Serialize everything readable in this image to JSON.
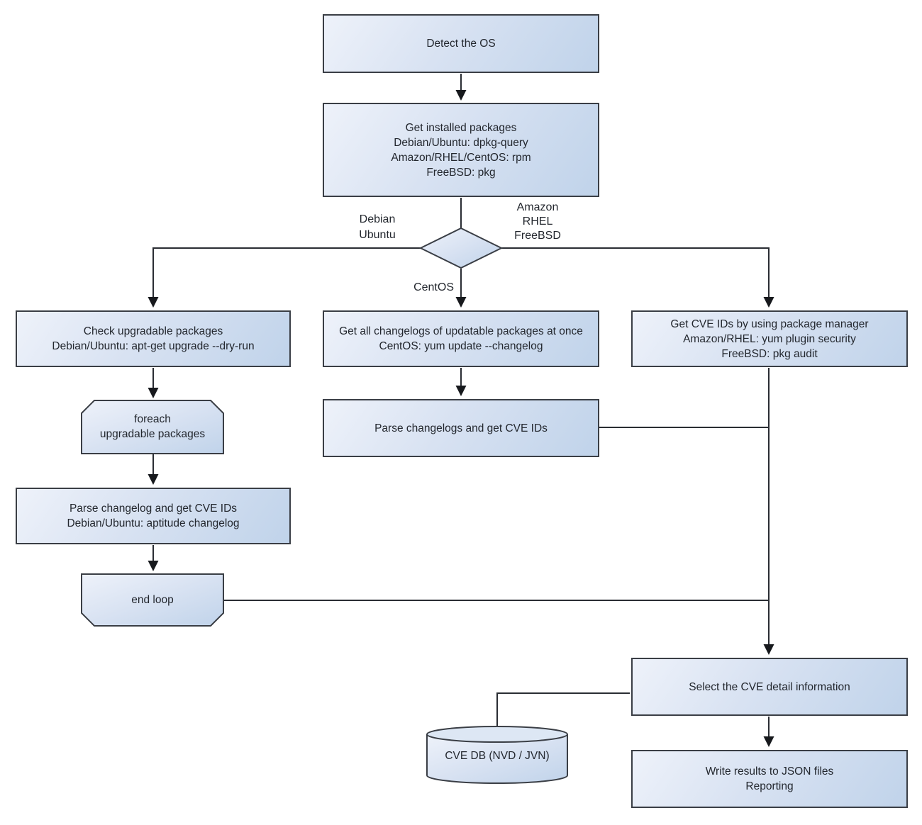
{
  "colors": {
    "node_fill_light": "#eef2fa",
    "node_fill_dark": "#c0d3ea",
    "node_border": "#3a3e45",
    "connector": "#2a2d33",
    "text": "#23272e"
  },
  "nodes": {
    "detect_os": {
      "lines": [
        "Detect the OS"
      ]
    },
    "get_installed_packages": {
      "lines": [
        "Get installed packages",
        "Debian/Ubuntu: dpkg-query",
        "Amazon/RHEL/CentOS: rpm",
        "FreeBSD: pkg"
      ]
    },
    "check_upgradable_packages": {
      "lines": [
        "Check upgradable packages",
        "Debian/Ubuntu: apt-get upgrade --dry-run"
      ]
    },
    "get_all_changelogs": {
      "lines": [
        "Get all changelogs of updatable packages at once",
        "CentOS: yum update --changelog"
      ]
    },
    "get_cve_ids_package_manager": {
      "lines": [
        "Get CVE IDs by using package manager",
        "Amazon/RHEL: yum plugin security",
        "FreeBSD: pkg audit"
      ]
    },
    "foreach_upgradable": {
      "lines": [
        "foreach",
        "upgradable packages"
      ]
    },
    "parse_changelog_left": {
      "lines": [
        "Parse changelog and get CVE IDs",
        "Debian/Ubuntu: aptitude changelog"
      ]
    },
    "end_loop": {
      "lines": [
        "end loop"
      ]
    },
    "parse_changelogs_mid": {
      "lines": [
        "Parse changelogs and get CVE IDs"
      ]
    },
    "select_cve_detail": {
      "lines": [
        "Select the CVE detail information"
      ]
    },
    "cve_db": {
      "lines": [
        "CVE DB (NVD / JVN)"
      ]
    },
    "write_results": {
      "lines": [
        "Write results to JSON files",
        "Reporting"
      ]
    }
  },
  "edge_labels": {
    "debian_ubuntu": {
      "lines": [
        "Debian",
        "Ubuntu"
      ]
    },
    "amazon_rhel_freebsd": {
      "lines": [
        "Amazon",
        "RHEL",
        "FreeBSD"
      ]
    },
    "centos": {
      "lines": [
        "CentOS"
      ]
    }
  }
}
